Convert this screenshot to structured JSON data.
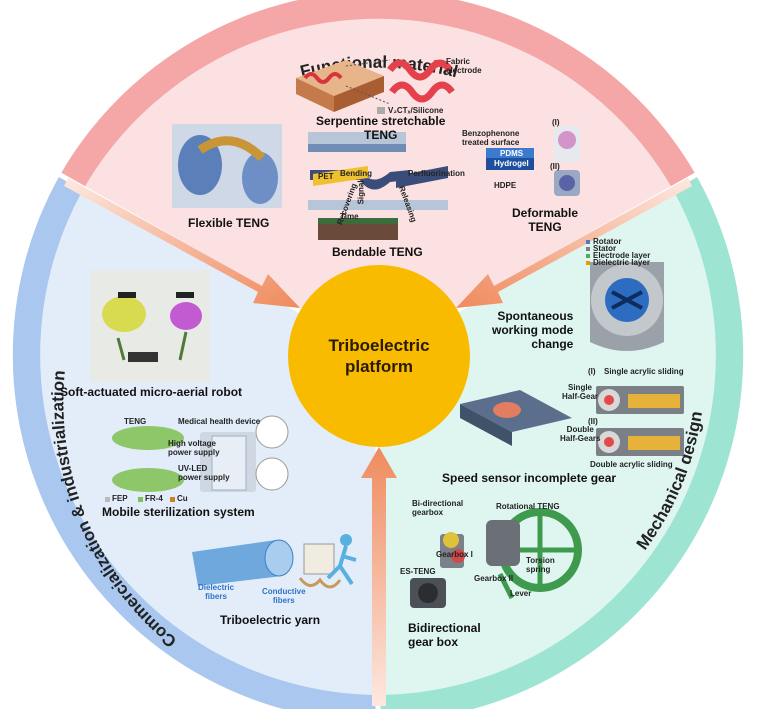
{
  "ring": {
    "top": "Functional material",
    "left": "Commercialization & industrialization",
    "right": "Mechanical design"
  },
  "center": {
    "line1": "Triboelectric",
    "line2": "platform"
  },
  "functional": {
    "serpentine": {
      "line1": "Serpentine stretchable",
      "line2": "TENG",
      "fabric": "Fabric",
      "electrode": "electrode",
      "vct": "V₂CTₓ/Silicone"
    },
    "flexible": "Flexible TENG",
    "bendable": {
      "label": "Bendable TENG",
      "pet": "PET",
      "bending": "Bending",
      "recovering": "Recovering",
      "releasing": "Releasing",
      "perfluorination": "Perfluorination",
      "time": "Time",
      "signal": "Signal"
    },
    "deformable": {
      "line1": "Deformable",
      "line2": "TENG",
      "i": "(I)",
      "ii": "(II)",
      "benzophenone": "Benzophenone",
      "treated": "treated surface",
      "pdms": "PDMS",
      "hydrogel": "Hydrogel",
      "hdpe": "HDPE"
    }
  },
  "mechanical": {
    "spontaneous": {
      "line1": "Spontaneous",
      "line2": "working mode",
      "line3": "change",
      "legend": [
        "Rotator",
        "Stator",
        "Electrode layer",
        "Dielectric layer"
      ]
    },
    "speed": {
      "label": "Speed sensor incomplete gear",
      "i": "(I)",
      "single_sliding": "Single acrylic sliding",
      "single_gear1": "Single",
      "single_gear2": "Half-Gear",
      "ii": "(II)",
      "double_gear1": "Double",
      "double_gear2": "Half-Gears",
      "double_sliding": "Double acrylic sliding"
    },
    "gearbox": {
      "line1": "Bidirectional",
      "line2": "gear box",
      "bi1": "Bi-directional",
      "bi2": "gearbox",
      "rotational": "Rotational TENG",
      "gearbox1": "Gearbox I",
      "gearbox2": "Gearbox II",
      "es": "ES-TENG",
      "torsion1": "Torsion",
      "torsion2": "spring",
      "lever": "Lever"
    }
  },
  "commercial": {
    "robot": "Soft-actuated micro-aerial robot",
    "sterilization": {
      "label": "Mobile sterilization system",
      "teng": "TENG",
      "medical": "Medical health device",
      "hv1": "High voltage",
      "hv2": "power supply",
      "uv1": "UV-LED",
      "uv2": "power supply",
      "legend": [
        "FEP",
        "FR-4",
        "Cu"
      ]
    },
    "yarn": {
      "label": "Triboelectric yarn",
      "dielectric1": "Dielectric",
      "dielectric2": "fibers",
      "conductive1": "Conductive",
      "conductive2": "fibers"
    }
  },
  "colors": {
    "top_band": "#f5a7a7",
    "top_inner": "#fbe1e1",
    "left_band": "#a9c7ef",
    "left_inner": "#e3edf9",
    "right_band": "#9ee4d3",
    "right_inner": "#dff6f0",
    "center": "#f8bb00",
    "arrow": "#ef8a5d"
  }
}
